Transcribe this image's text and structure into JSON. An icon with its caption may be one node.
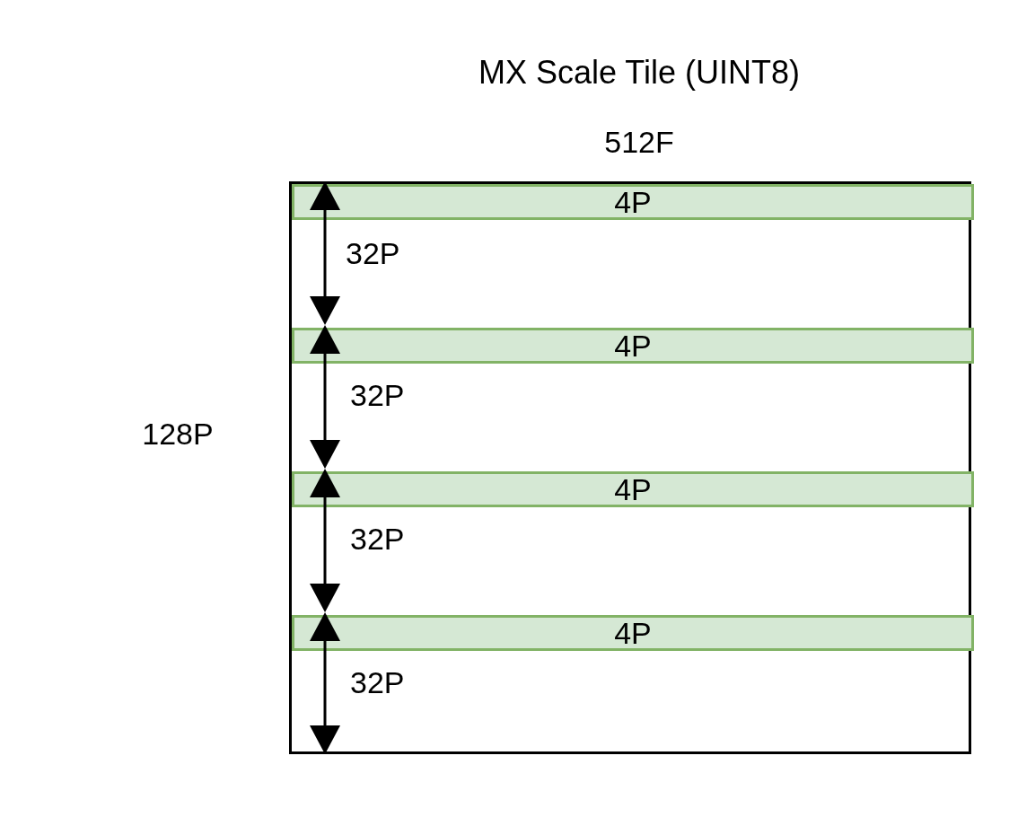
{
  "diagram": {
    "title": "MX Scale Tile (UINT8)",
    "nodes": [
      {
        "text": [],
        "shape": "box"
      },
      {
        "text": [
          "4P"
        ],
        "in": 0
      },
      {
        "text": [
          "4P"
        ],
        "in": 0
      },
      {
        "text": [
          "4P"
        ],
        "in": 0
      },
      {
        "text": [
          "4P"
        ],
        "in": 0
      }
    ],
    "edges": [],
    "labels": [
      "512F",
      "32P",
      "32P",
      "128P",
      "32P",
      "32P"
    ]
  }
}
